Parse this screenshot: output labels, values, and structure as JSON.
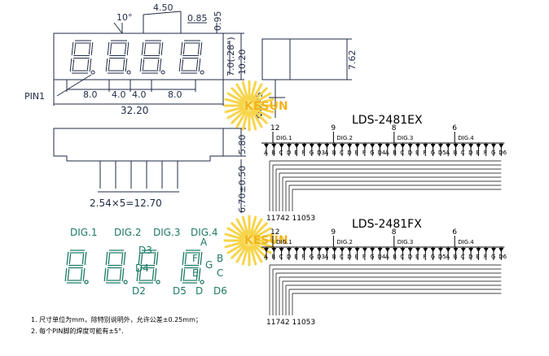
{
  "dimensions": {
    "angle": "10°",
    "pitch_top": "4.50",
    "seg_w": "0.85",
    "height_095": "0.95",
    "digit_h": "7.0(.28\")",
    "body_h": "10.20",
    "side_w": "7.62",
    "pin_d": "Φ0.45",
    "pin1": "PIN1",
    "d8a": "8.0",
    "d40a": "4.0",
    "d40b": "4.0",
    "d8b": "8.0",
    "total_w": "32.20",
    "side_580": "5.80",
    "pin_len": "6.70±0.50",
    "pin_pitch": "2.54×5=12.70"
  },
  "digit_labels": {
    "dig1": "DIG.1",
    "dig2": "DIG.2",
    "dig3": "DIG.3",
    "dig4": "DIG.4",
    "A": "A",
    "B": "B",
    "C": "C",
    "D3": "D3",
    "D4": "D4",
    "D2": "D2",
    "D5": "D5",
    "D": "D",
    "D6": "D6",
    "F": "F",
    "E": "E",
    "G": "G"
  },
  "watermark": "KESUN",
  "circuit_ex": {
    "title": "LDS-2481EX",
    "common_pins": [
      "12",
      "9",
      "8",
      "6"
    ],
    "digit_labels": [
      "DIG.1",
      "DIG.2",
      "DIG.3",
      "DIG.4"
    ],
    "segments": [
      "A",
      "B",
      "C",
      "D",
      "E",
      "F",
      "G",
      "D3",
      "A",
      "B",
      "C",
      "D",
      "E",
      "F",
      "G",
      "D4",
      "A",
      "B",
      "C",
      "D",
      "E",
      "F",
      "G",
      "D5",
      "A",
      "B",
      "C",
      "D",
      "E",
      "F",
      "G",
      "D6"
    ],
    "bottom_pins": "11742 11053"
  },
  "circuit_fx": {
    "title": "LDS-2481FX",
    "common_pins": [
      "12",
      "9",
      "8",
      "6"
    ],
    "digit_labels": [
      "DIG.1",
      "DIG.2",
      "DIG.3",
      "DIG.4"
    ],
    "segments": [
      "A",
      "B",
      "C",
      "D",
      "E",
      "F",
      "G",
      "D3",
      "A",
      "B",
      "C",
      "D",
      "E",
      "F",
      "G",
      "D4",
      "A",
      "B",
      "C",
      "D",
      "E",
      "F",
      "G",
      "D5",
      "A",
      "B",
      "C",
      "D",
      "E",
      "F",
      "G",
      "D6"
    ],
    "bottom_pins": "11742 11053"
  },
  "notes": {
    "n1": "1. 尺寸单位为mm，除特别说明外，允许公差±0.25mm；",
    "n2": "2. 每个PIN脚的焊度可能有±5°."
  },
  "colors": {
    "line": "#1f2a44",
    "teal": "#1e7a66",
    "watermark_core": "#f7d44a",
    "watermark_text": "#f2b21c"
  }
}
